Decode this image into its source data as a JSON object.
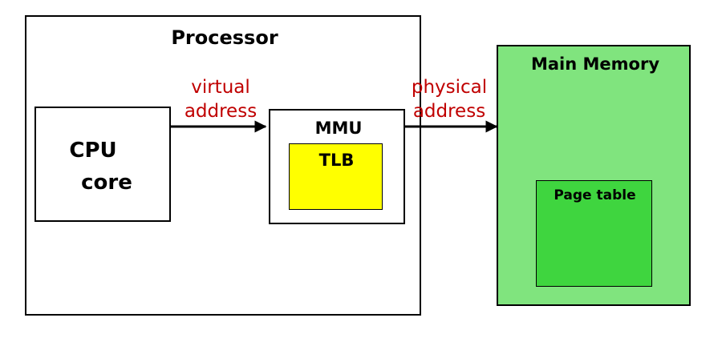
{
  "processor": {
    "title": "Processor"
  },
  "cpu": {
    "line1": "CPU",
    "line2": "core"
  },
  "mmu": {
    "title": "MMU"
  },
  "tlb": {
    "title": "TLB"
  },
  "main_memory": {
    "title": "Main Memory"
  },
  "page_table": {
    "title": "Page table"
  },
  "arrows": {
    "virtual": {
      "line1": "virtual",
      "line2": "address"
    },
    "physical": {
      "line1": "physical",
      "line2": "address"
    }
  },
  "colors": {
    "tlb_fill": "#ffff00",
    "memory_fill": "#80e47e",
    "page_table_fill": "#3fd53f",
    "address_label": "#c00000"
  }
}
